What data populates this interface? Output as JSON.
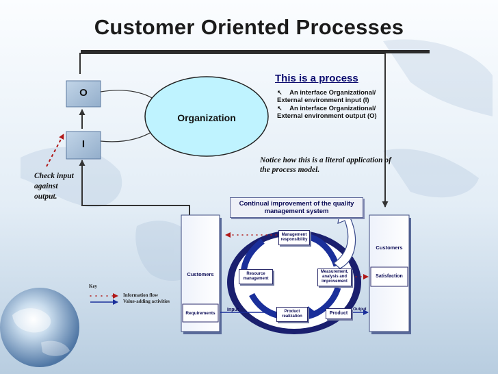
{
  "slide": {
    "title": "Customer Oriented Processes"
  },
  "boxes": {
    "output_label": "O",
    "input_label": "I",
    "organization_label": "Organization"
  },
  "process_note": {
    "title": "This is a process",
    "bullets": [
      "An interface Organizational/ External environment input (I)",
      "An interface Organizational/ External environment output (O)"
    ],
    "notice": "Notice how this is a literal application of the process model.",
    "check": "Check input against output."
  },
  "qms": {
    "continual_improvement": "Continual improvement of the quality management system",
    "customers_left": "Customers",
    "requirements": "Requirements",
    "customers_right": "Customers",
    "satisfaction": "Satisfaction",
    "management": "Management responsibility",
    "resource": "Resource management",
    "measurement": "Measurement, analysis and improvement",
    "product_realization": "Product realization",
    "product": "Product",
    "input": "Input",
    "output": "Output"
  },
  "key": {
    "title": "Key",
    "information_flow": "Information flow",
    "value_adding": "Value-adding activities"
  },
  "colors": {
    "ellipse_fill": "#bff3ff",
    "box_fill": "#a9c2dc",
    "arrow_blue": "#1a2f9a",
    "dotted_red": "#b01818",
    "title_blue": "#0a0a6e"
  }
}
